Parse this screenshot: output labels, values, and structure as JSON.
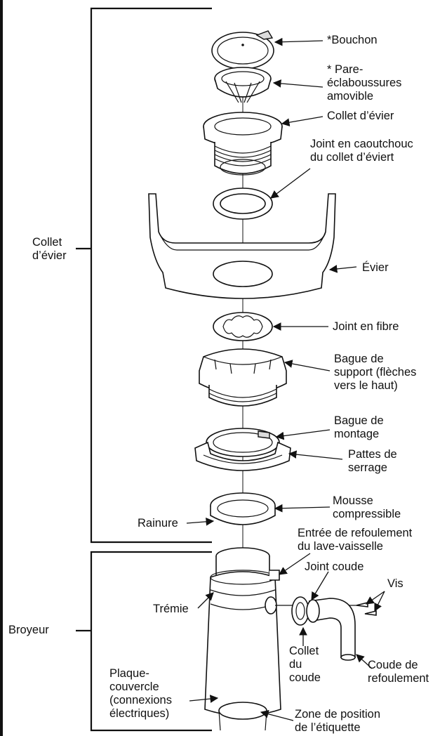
{
  "labels": {
    "bouchon": "*Bouchon",
    "pare_eclaboussures": "* Pare-\néclaboussures\namovible",
    "collet_evier": "Collet d’évier",
    "joint_caoutchouc": "Joint en caoutchouc\ndu collet d’éviert",
    "evier": "Évier",
    "joint_fibre": "Joint en fibre",
    "bague_support": "Bague de\nsupport (flèches\nvers le haut)",
    "bague_montage": "Bague de\nmontage",
    "pattes_serrage": "Pattes de\nserrage",
    "mousse": "Mousse\ncompressible",
    "rainure": "Rainure",
    "entree_refoulement": "Entrée de refoulement\ndu lave-vaisselle",
    "joint_coude": "Joint coude",
    "vis": "Vis",
    "tremie": "Trémie",
    "collet_coude": "Collet\ndu\ncoude",
    "coude_refoulement": "Coude de\nrefoulement",
    "plaque": "Plaque-\ncouvercle\n(connexions\nélectriques)",
    "zone_etiquette": "Zone de position\nde l’étiquette"
  },
  "groups": {
    "collet_evier": "Collet\nd’évier",
    "broyeur": "Broyeur"
  }
}
